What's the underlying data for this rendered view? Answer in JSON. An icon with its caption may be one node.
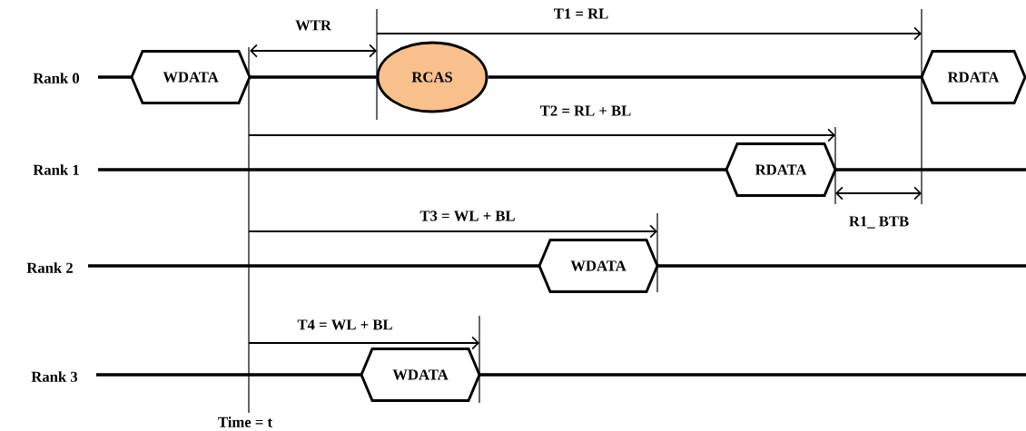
{
  "diagram": {
    "nodes": [
      {
        "text": [
          "WDATA"
        ]
      },
      {
        "text": [
          "RCAS"
        ]
      },
      {
        "text": [
          "RDATA"
        ]
      },
      {
        "text": [
          "RDATA"
        ]
      },
      {
        "text": [
          "WDATA"
        ]
      },
      {
        "text": [
          "WDATA"
        ]
      }
    ],
    "edges": [
      {
        "from": 0,
        "to": 1,
        "arrow": "none"
      },
      {
        "from": 1,
        "to": 2,
        "arrow": "none"
      }
    ],
    "labels": [
      "WTR",
      "T1 =  RL",
      "Rank 0",
      "T2  = RL  +  BL",
      "Rank 1",
      "R1_ BTB",
      "T3 =  WL  +  BL",
      "Rank 2",
      "T4 =  WL  +  BL",
      "Rank 3",
      "Time = t"
    ]
  }
}
